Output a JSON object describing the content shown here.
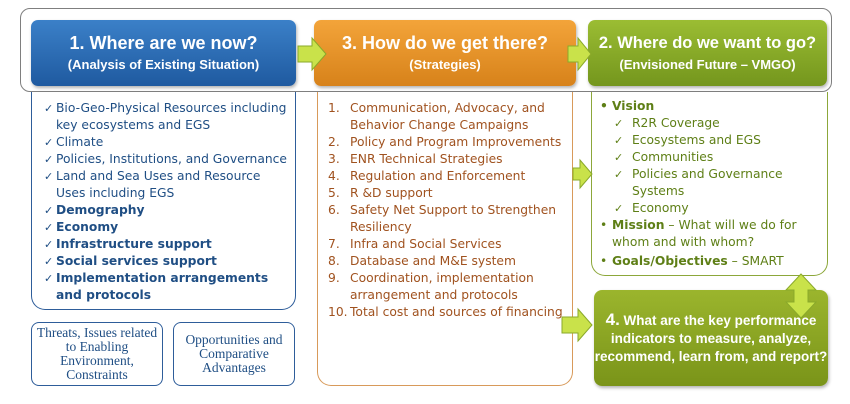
{
  "box1": {
    "title": "1.  Where are we now?",
    "subtitle": "(Analysis of Existing Situation)"
  },
  "box3": {
    "title": "3. How do we get there?",
    "subtitle": "(Strategies)"
  },
  "box2": {
    "title": "2. Where do we want to go?",
    "subtitle": "(Envisioned Future – VMGO)"
  },
  "situation_items": [
    {
      "text": "Bio-Geo-Physical Resources including key ecosystems and EGS",
      "bold": false
    },
    {
      "text": "Climate",
      "bold": false
    },
    {
      "text": "Policies, Institutions, and Governance",
      "bold": false
    },
    {
      "text": "Land and Sea Uses and Resource Uses including EGS",
      "bold": false
    },
    {
      "text": "Demography",
      "bold": true
    },
    {
      "text": "Economy",
      "bold": true
    },
    {
      "text": "Infrastructure support",
      "bold": true
    },
    {
      "text": "Social services support",
      "bold": true
    },
    {
      "text": "Implementation arrangements and protocols",
      "bold": true
    }
  ],
  "strategies": [
    {
      "num": "1.",
      "text": "Communication, Advocacy, and Behavior Change Campaigns"
    },
    {
      "num": "2.",
      "text": "Policy and Program Improvements"
    },
    {
      "num": "3.",
      "text": "ENR Technical Strategies"
    },
    {
      "num": "4.",
      "text": "Regulation and Enforcement"
    },
    {
      "num": "5.",
      "text": "R &D support"
    },
    {
      "num": "6.",
      "text": "Safety Net Support to Strengthen Resiliency"
    },
    {
      "num": "7.",
      "text": "Infra and Social Services"
    },
    {
      "num": "8.",
      "text": "Database and M&E system"
    },
    {
      "num": "9.",
      "text": "Coordination, implementation arrangement and protocols"
    },
    {
      "num": "10.",
      "text": "Total cost  and sources of financing"
    }
  ],
  "vmgo": {
    "vision_label": "Vision",
    "vision_items": [
      "R2R Coverage",
      "Ecosystems and EGS",
      "Communities",
      "Policies and Governance Systems",
      "Economy"
    ],
    "mission_label": "Mission",
    "mission_text": " – What will we do for whom and with whom?",
    "goals_label": "Goals/Objectives",
    "goals_text": " – SMART"
  },
  "threats": "Threats, Issues related to Enabling Environment, Constraints",
  "opportunities": "Opportunities and Comparative Advantages",
  "kpi": {
    "number": "4.",
    "text": " What are the key performance indicators  to measure, analyze,  recommend, learn from, and report?"
  },
  "colors": {
    "blue": "#1f5aa0",
    "orange": "#d7821a",
    "green": "#74961d",
    "arrow": "#c9e24a"
  }
}
